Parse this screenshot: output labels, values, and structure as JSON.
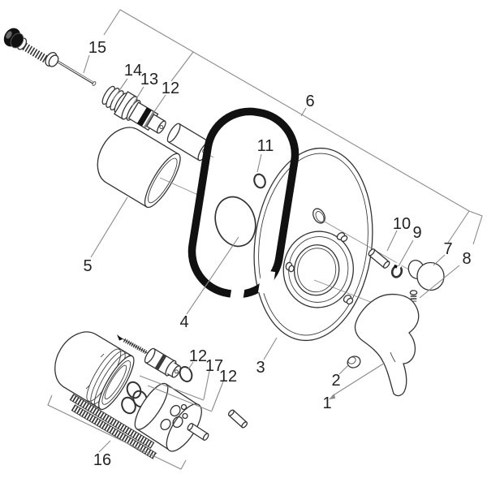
{
  "colors": {
    "background": "#ffffff",
    "outline": "#333333",
    "leader": "#8a8a8a",
    "black": "#111111",
    "label": "#222222"
  },
  "labels": {
    "p1": "1",
    "p2": "2",
    "p3": "3",
    "p4": "4",
    "p5": "5",
    "p6": "6",
    "p7": "7",
    "p8": "8",
    "p9": "9",
    "p10": "10",
    "p11": "11",
    "p12_top": "12",
    "p12_mid": "12",
    "p12_low": "12",
    "p13": "13",
    "p14": "14",
    "p15": "15",
    "p16": "16",
    "p17": "17"
  }
}
